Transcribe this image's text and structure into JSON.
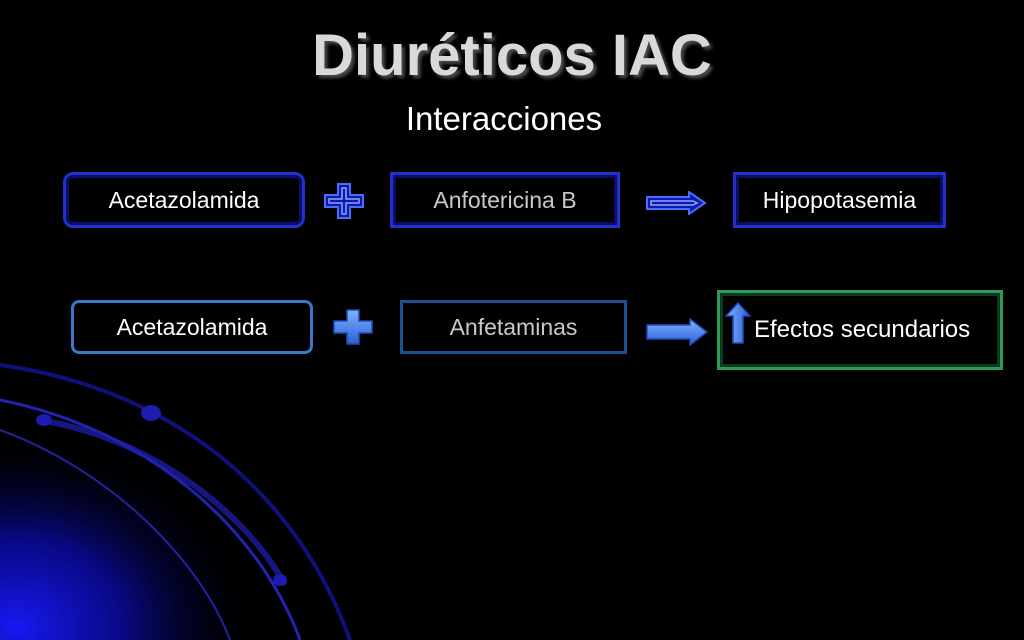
{
  "slide": {
    "title": "Diuréticos IAC",
    "subtitle": "Interacciones"
  },
  "row1": {
    "drug_a": "Acetazolamida",
    "drug_b": "Anfotericina B",
    "result": "Hipopotasemia"
  },
  "row2": {
    "drug_a": "Acetazolamida",
    "drug_b": "Anfetaminas",
    "result": "Efectos secundarios"
  },
  "icons": {
    "plus": "plus-icon",
    "arrow": "right-arrow-icon",
    "increase": "up-arrow-icon"
  },
  "colors": {
    "background": "#000000",
    "box_border_dark_blue": "#2430c8",
    "box_border_light_blue": "#3a78c8",
    "result_border_green": "#2f9a58",
    "symbol_blue": "#2f6fe0"
  }
}
